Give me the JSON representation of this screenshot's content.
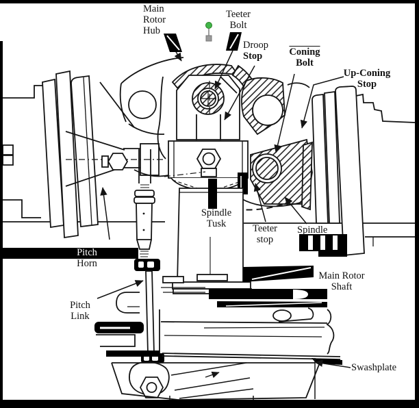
{
  "figure": {
    "type": "engineering cross-section diagram",
    "subject": "Helicopter main rotor hub assembly",
    "background": "#ffffff",
    "ink": "#141414",
    "frame": "#000000",
    "handle": {
      "dot": "#41b649",
      "stem": "#a0a0a0",
      "square": "#9a9a9a"
    }
  },
  "labels": {
    "main_rotor_hub": {
      "l1": "Main",
      "l2": "Rotor",
      "l3": "Hub"
    },
    "teeter_bolt": {
      "l1": "Teeter",
      "l2": "Bolt"
    },
    "droop_stop": {
      "l1": "Droop",
      "l2": "Stop"
    },
    "coning_bolt": {
      "l1": "Coning",
      "l2": "Bolt"
    },
    "up_coning_stop": {
      "l1": "Up-Coning",
      "l2": "Stop"
    },
    "spindle_tusk": {
      "l1": "Spindle",
      "l2": "Tusk"
    },
    "teeter_stop": {
      "l1": "Teeter",
      "l2": "stop"
    },
    "spindle": {
      "l1": "Spindle"
    },
    "pitch_horn": {
      "l1": "Pitch",
      "l2": "Horn"
    },
    "pitch_link": {
      "l1": "Pitch",
      "l2": "Link"
    },
    "main_rotor_shaft": {
      "l1": "Main Rotor",
      "l2": "Shaft"
    },
    "swashplate": {
      "l1": "Swashplate"
    }
  }
}
